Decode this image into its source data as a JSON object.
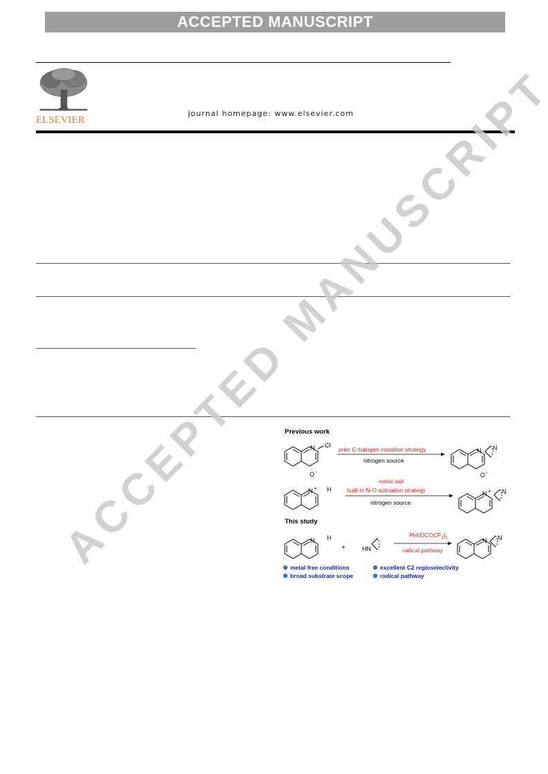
{
  "banner": {
    "text": "ACCEPTED MANUSCRIPT"
  },
  "header": {
    "publisher_logo_text": "ELSEVIER",
    "homepage_text": "journal homepage: www.elsevier.com"
  },
  "watermark": {
    "text": "ACCEPTED MANUSCRIPT"
  },
  "graphical_abstract": {
    "previous_heading": "Previous work",
    "previous_arrow1_top": "prior C-halogen installion strategy",
    "previous_arrow1_bottom": "nitrogen source",
    "previous_arrow2_top1": "metal salt",
    "previous_arrow2_top2": "built-in N-O activation strategy",
    "previous_arrow2_bottom": "nitrogen source",
    "study_heading": "This study",
    "plus": "+",
    "reagent": "PhI(OCOCF",
    "reagent_sub": "3",
    "reagent_close": ")",
    "reagent_sub2": "2",
    "radical": "radical pathway",
    "bullets": [
      "metal free conditions",
      "excellent C2 regioselectivity",
      "broad substrate scope",
      "radical pathway"
    ],
    "atoms": {
      "N": "N",
      "Cl": "Cl",
      "H": "H",
      "O": "O",
      "minus": "-",
      "plus": "+",
      "HN": "HN"
    },
    "colors": {
      "red": "#e0191e",
      "blue": "#1a1aa8",
      "bullet": "#3a6fd8"
    }
  }
}
